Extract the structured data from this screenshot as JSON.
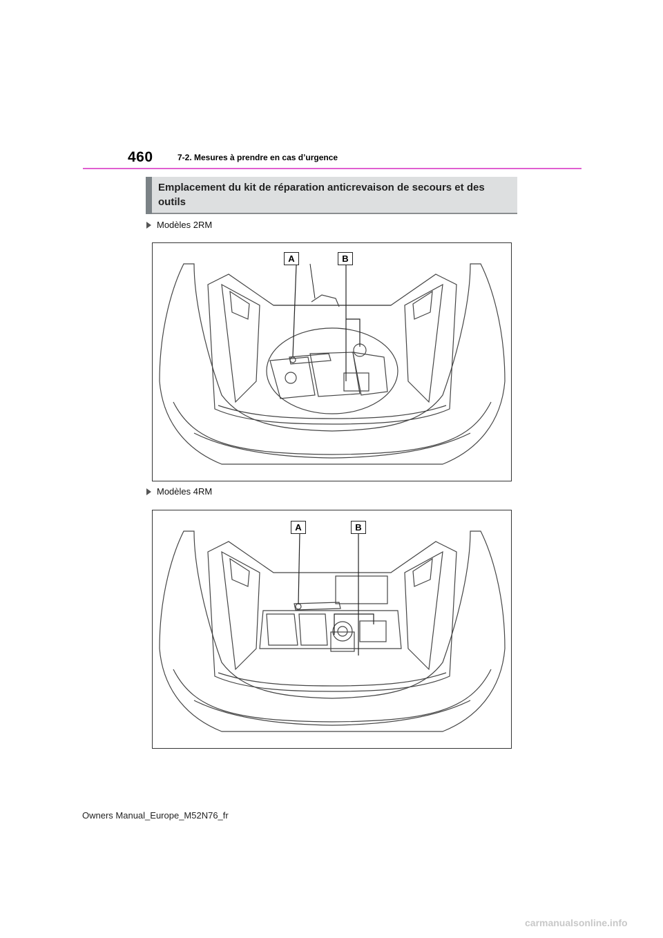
{
  "header": {
    "page_number": "460",
    "chapter_title": "7-2. Mesures à prendre en cas d’urgence"
  },
  "section": {
    "title": "Emplacement du kit de réparation anticrevaison de secours et des outils"
  },
  "figures": [
    {
      "variant_label": "Modèles 2RM",
      "callouts": [
        "A",
        "B"
      ]
    },
    {
      "variant_label": "Modèles 4RM",
      "callouts": [
        "A",
        "B"
      ]
    }
  ],
  "footer": {
    "text": "Owners Manual_Europe_M52N76_fr"
  },
  "watermark": {
    "text": "carmanualsonline.info"
  },
  "colors": {
    "header_rule": "#e05fd0",
    "section_bg": "#dddfe0",
    "section_bar": "#7b8286"
  }
}
